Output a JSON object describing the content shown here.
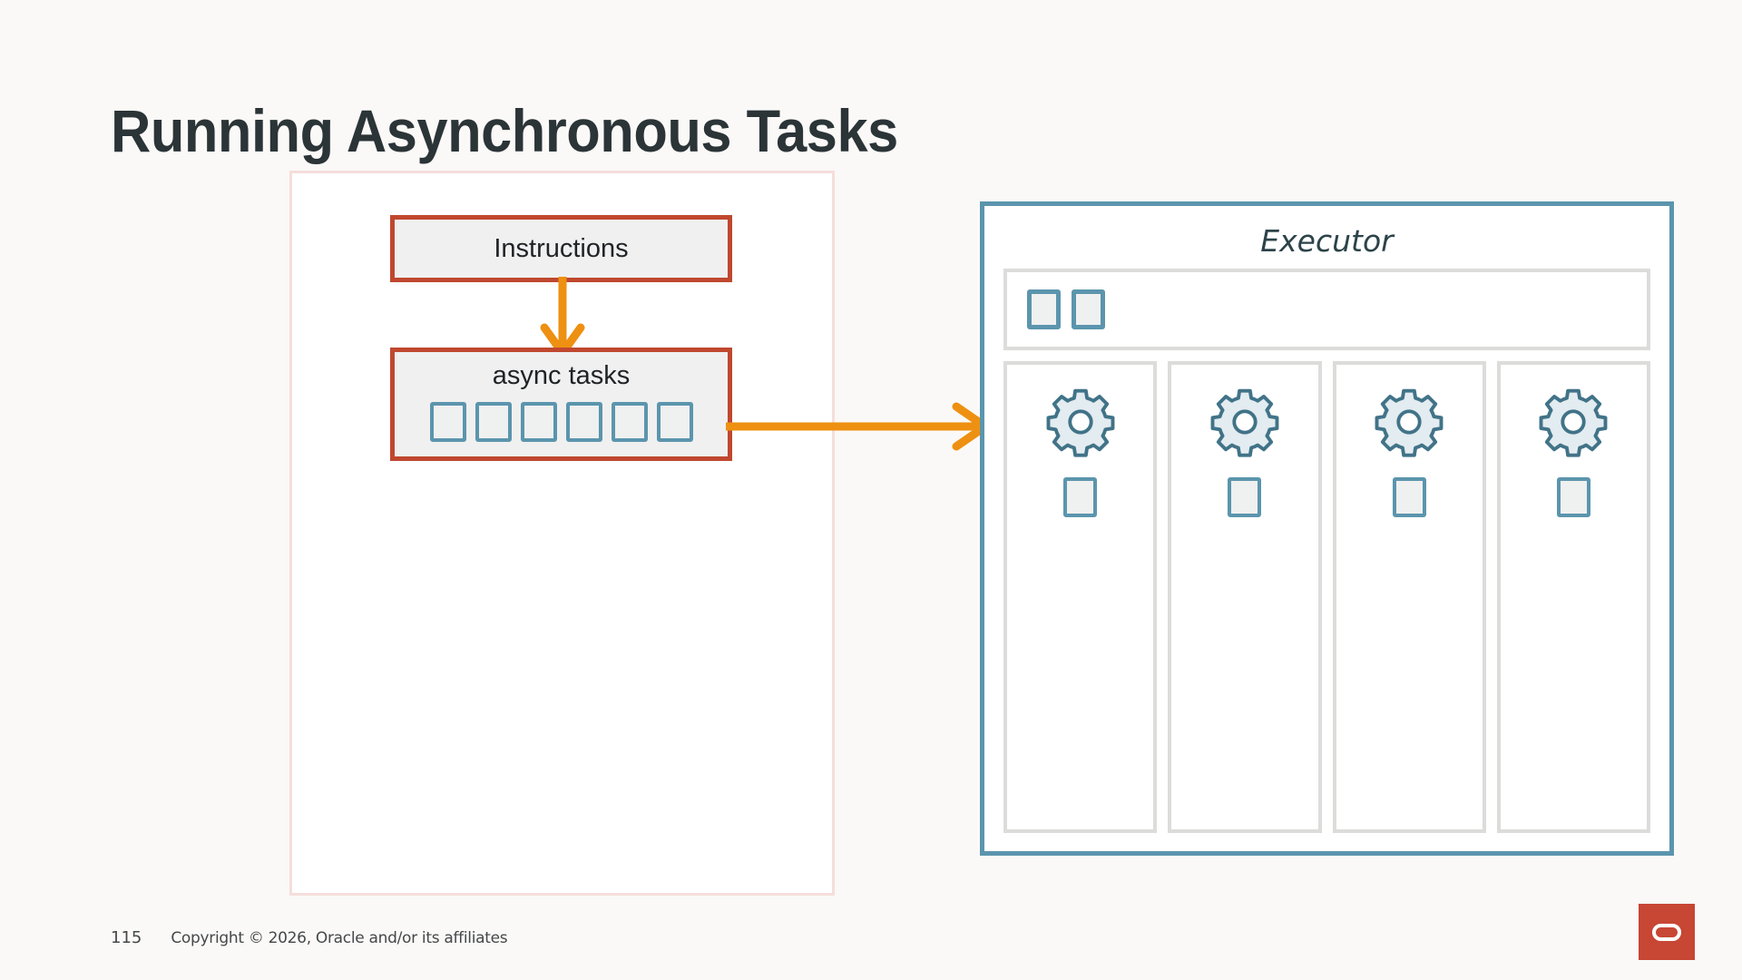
{
  "slide": {
    "title": "Running Asynchronous Tasks"
  },
  "caller_panel": {
    "name": "caller-panel",
    "border_color": "#f6dedb",
    "instructions": {
      "label": "Instructions",
      "border_color": "#c0482f",
      "fill_color": "#f0f0f0"
    },
    "async_tasks": {
      "label": "async tasks",
      "border_color": "#c0482f",
      "fill_color": "#f0f0f0",
      "task_count": 6,
      "task_square_border_color": "#5b95ad"
    }
  },
  "arrows": {
    "vertical": {
      "name": "instructions-to-async-tasks-arrow",
      "color": "#ee9011",
      "direction": "down"
    },
    "horizontal": {
      "name": "async-tasks-to-executor-arrow",
      "color": "#ee9011",
      "direction": "right"
    }
  },
  "executor_panel": {
    "title": "Executor",
    "border_color": "#5b95ad",
    "queue": {
      "name": "executor-queue",
      "square_count": 2,
      "border_color": "#dcdcda"
    },
    "columns": [
      {
        "name": "worker-column-1",
        "gear": "gear-icon",
        "pending_square": 1
      },
      {
        "name": "worker-column-2",
        "gear": "gear-icon",
        "pending_square": 1
      },
      {
        "name": "worker-column-3",
        "gear": "gear-icon",
        "pending_square": 1
      },
      {
        "name": "worker-column-4",
        "gear": "gear-icon",
        "pending_square": 1
      }
    ],
    "column_border_color": "#dcdcda",
    "gear_stroke_color": "#417388",
    "gear_fill_color": "#e3ecf0"
  },
  "footer": {
    "page_number": "115",
    "copyright": "Copyright © 2026, Oracle and/or its affiliates",
    "logo": {
      "name": "oracle-logo",
      "background": "#c74634",
      "mark_color": "#ffffff"
    }
  }
}
